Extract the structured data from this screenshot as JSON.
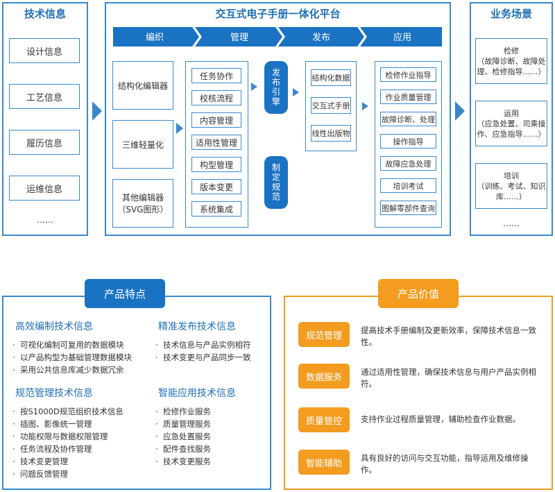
{
  "tech_info": {
    "title": "技术信息",
    "items": [
      "设计信息",
      "工艺信息",
      "履历信息",
      "运维信息"
    ],
    "more": "……"
  },
  "platform": {
    "title": "交互式电子手册一体化平台",
    "stages": [
      "编织",
      "管理",
      "发布",
      "应用"
    ],
    "editors": [
      "结构化编辑器",
      "三维轻量化",
      "其他编辑器\n（SVG图形）"
    ],
    "management": [
      "任务协作",
      "校核流程",
      "内容管理",
      "适用性管理",
      "构型管理",
      "版本变更",
      "系统集成"
    ],
    "pill_publish": "发布引擎",
    "pill_standard": "制定规范",
    "publish": [
      "结构化数据",
      "交互式手册",
      "线性出版物"
    ],
    "apps": [
      "检修作业指导",
      "作业质量管理",
      "故障诊断、处理",
      "操作指导",
      "故障应急处理",
      "培训考试",
      "图解零部件查询"
    ]
  },
  "scenes": {
    "title": "业务场景",
    "items": [
      {
        "head": "检修",
        "body": "（故障诊断、故障处理、检修指导……）"
      },
      {
        "head": "运用",
        "body": "（应急处置、司乘操作、应急指导……）"
      },
      {
        "head": "培训",
        "body": "（训练、考试、知识库……）"
      }
    ],
    "more": "……"
  },
  "features": {
    "badge": "产品特点",
    "groups": [
      {
        "title": "高效编制技术信息",
        "items": [
          "可视化编制可复用的数据模块",
          "以产品构型为基础管理数据模块",
          "采用公共信息库减少数据冗余"
        ]
      },
      {
        "title": "规范管理技术信息",
        "items": [
          "按S1000D规范组织技术信息",
          "插图、影像统一管理",
          "功能权限与数据权限管理",
          "任务流程及协作管理",
          "技术变更管理",
          "问题反馈管理"
        ]
      },
      {
        "title": "精准发布技术信息",
        "items": [
          "技术信息与产品实例相符",
          "技术变更与产品同步一致"
        ]
      },
      {
        "title": "智能应用技术信息",
        "items": [
          "检修作业服务",
          "质量管理服务",
          "应急处置服务",
          "配件查找服务",
          "技术变更服务"
        ]
      }
    ]
  },
  "values": {
    "badge": "产品价值",
    "items": [
      {
        "tag": "规范管理",
        "text": "提高技术手册编制及更新效率，保障技术信息一致性。"
      },
      {
        "tag": "数据服务",
        "text": "通过适用性管理，确保技术信息与用户产品实例相符。"
      },
      {
        "tag": "质量管控",
        "text": "支持作业过程质量管理，辅助检查作业数据。"
      },
      {
        "tag": "智能辅助",
        "text": "具有良好的访问与交互功能，指导运用及维修操作。"
      }
    ]
  },
  "colors": {
    "blue": "#3a88cc",
    "dark_blue": "#1a72c2",
    "orange": "#f39c1f"
  }
}
